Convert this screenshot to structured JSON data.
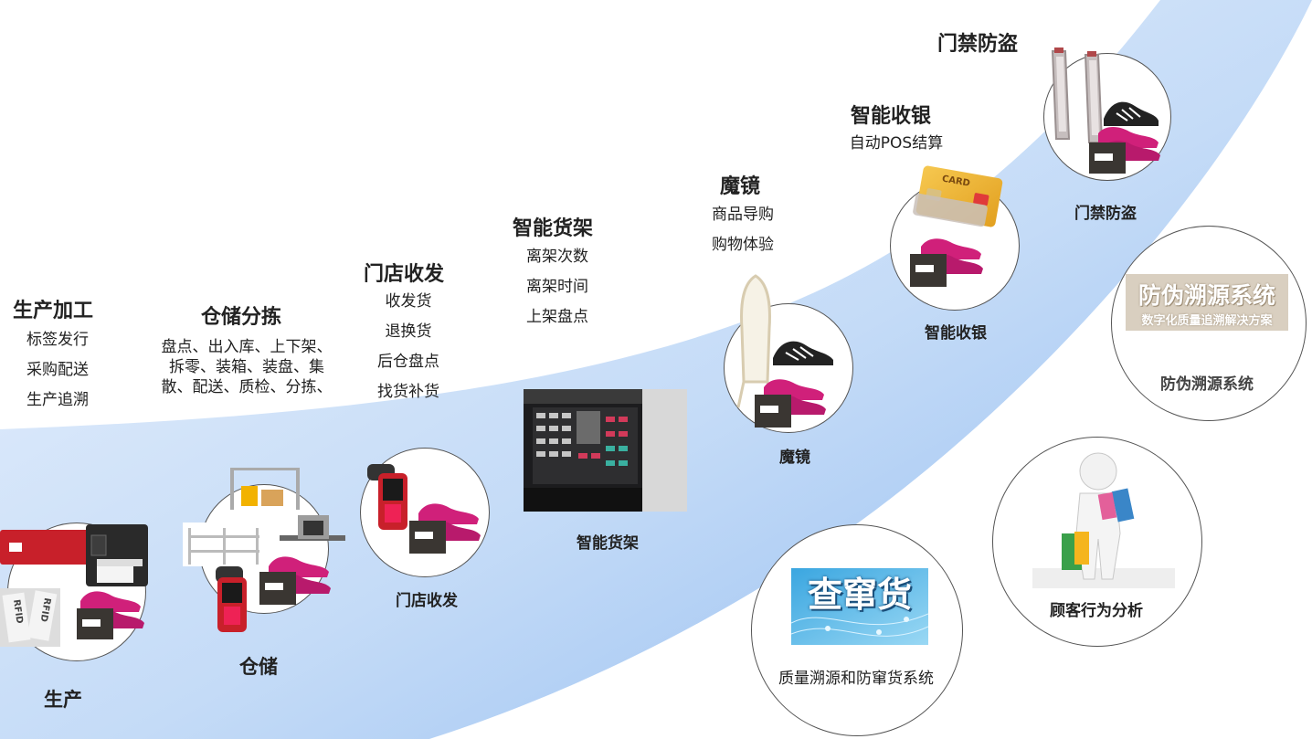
{
  "colors": {
    "band_light": "#e6f0fc",
    "band_dark": "#7fb0ee",
    "shoe_pink": "#d0207a",
    "box_dark": "#3a3632",
    "reader_red": "#c8202a"
  },
  "stages": {
    "production": {
      "title": "生产加工",
      "items": [
        "标签发行",
        "采购配送",
        "生产追溯"
      ],
      "caption": "生产",
      "rfid_text": "RFID"
    },
    "warehouse": {
      "title": "仓储分拣",
      "items": [
        "盘点、出入库、上下架、",
        "拆零、装箱、装盘、集",
        "散、配送、质检、分拣、"
      ],
      "caption": "仓储"
    },
    "store_receiving": {
      "title": "门店收发",
      "items": [
        "收发货",
        "退换货",
        "后仓盘点",
        "找货补货"
      ],
      "caption": "门店收发"
    },
    "smart_shelf": {
      "title": "智能货架",
      "items": [
        "离架次数",
        "离架时间",
        "上架盘点"
      ],
      "caption": "智能货架"
    },
    "magic_mirror": {
      "title": "魔镜",
      "items": [
        "商品导购",
        "购物体验"
      ],
      "caption": "魔镜"
    },
    "smart_checkout": {
      "title": "智能收银",
      "items": [
        "自动POS结算"
      ],
      "caption": "智能收银",
      "card_text": "CARD"
    },
    "anti_theft": {
      "title": "门禁防盗",
      "caption": "门禁防盗"
    }
  },
  "systems": {
    "anti_counterfeit": {
      "banner_title": "防伪溯源系统",
      "banner_sub": "数字化质量追溯解决方案",
      "caption": "防伪溯源系统"
    },
    "customer_behavior": {
      "caption": "顾客行为分析"
    },
    "quality_trace": {
      "banner_title": "查窜货",
      "caption": "质量溯源和防窜货系统"
    }
  }
}
